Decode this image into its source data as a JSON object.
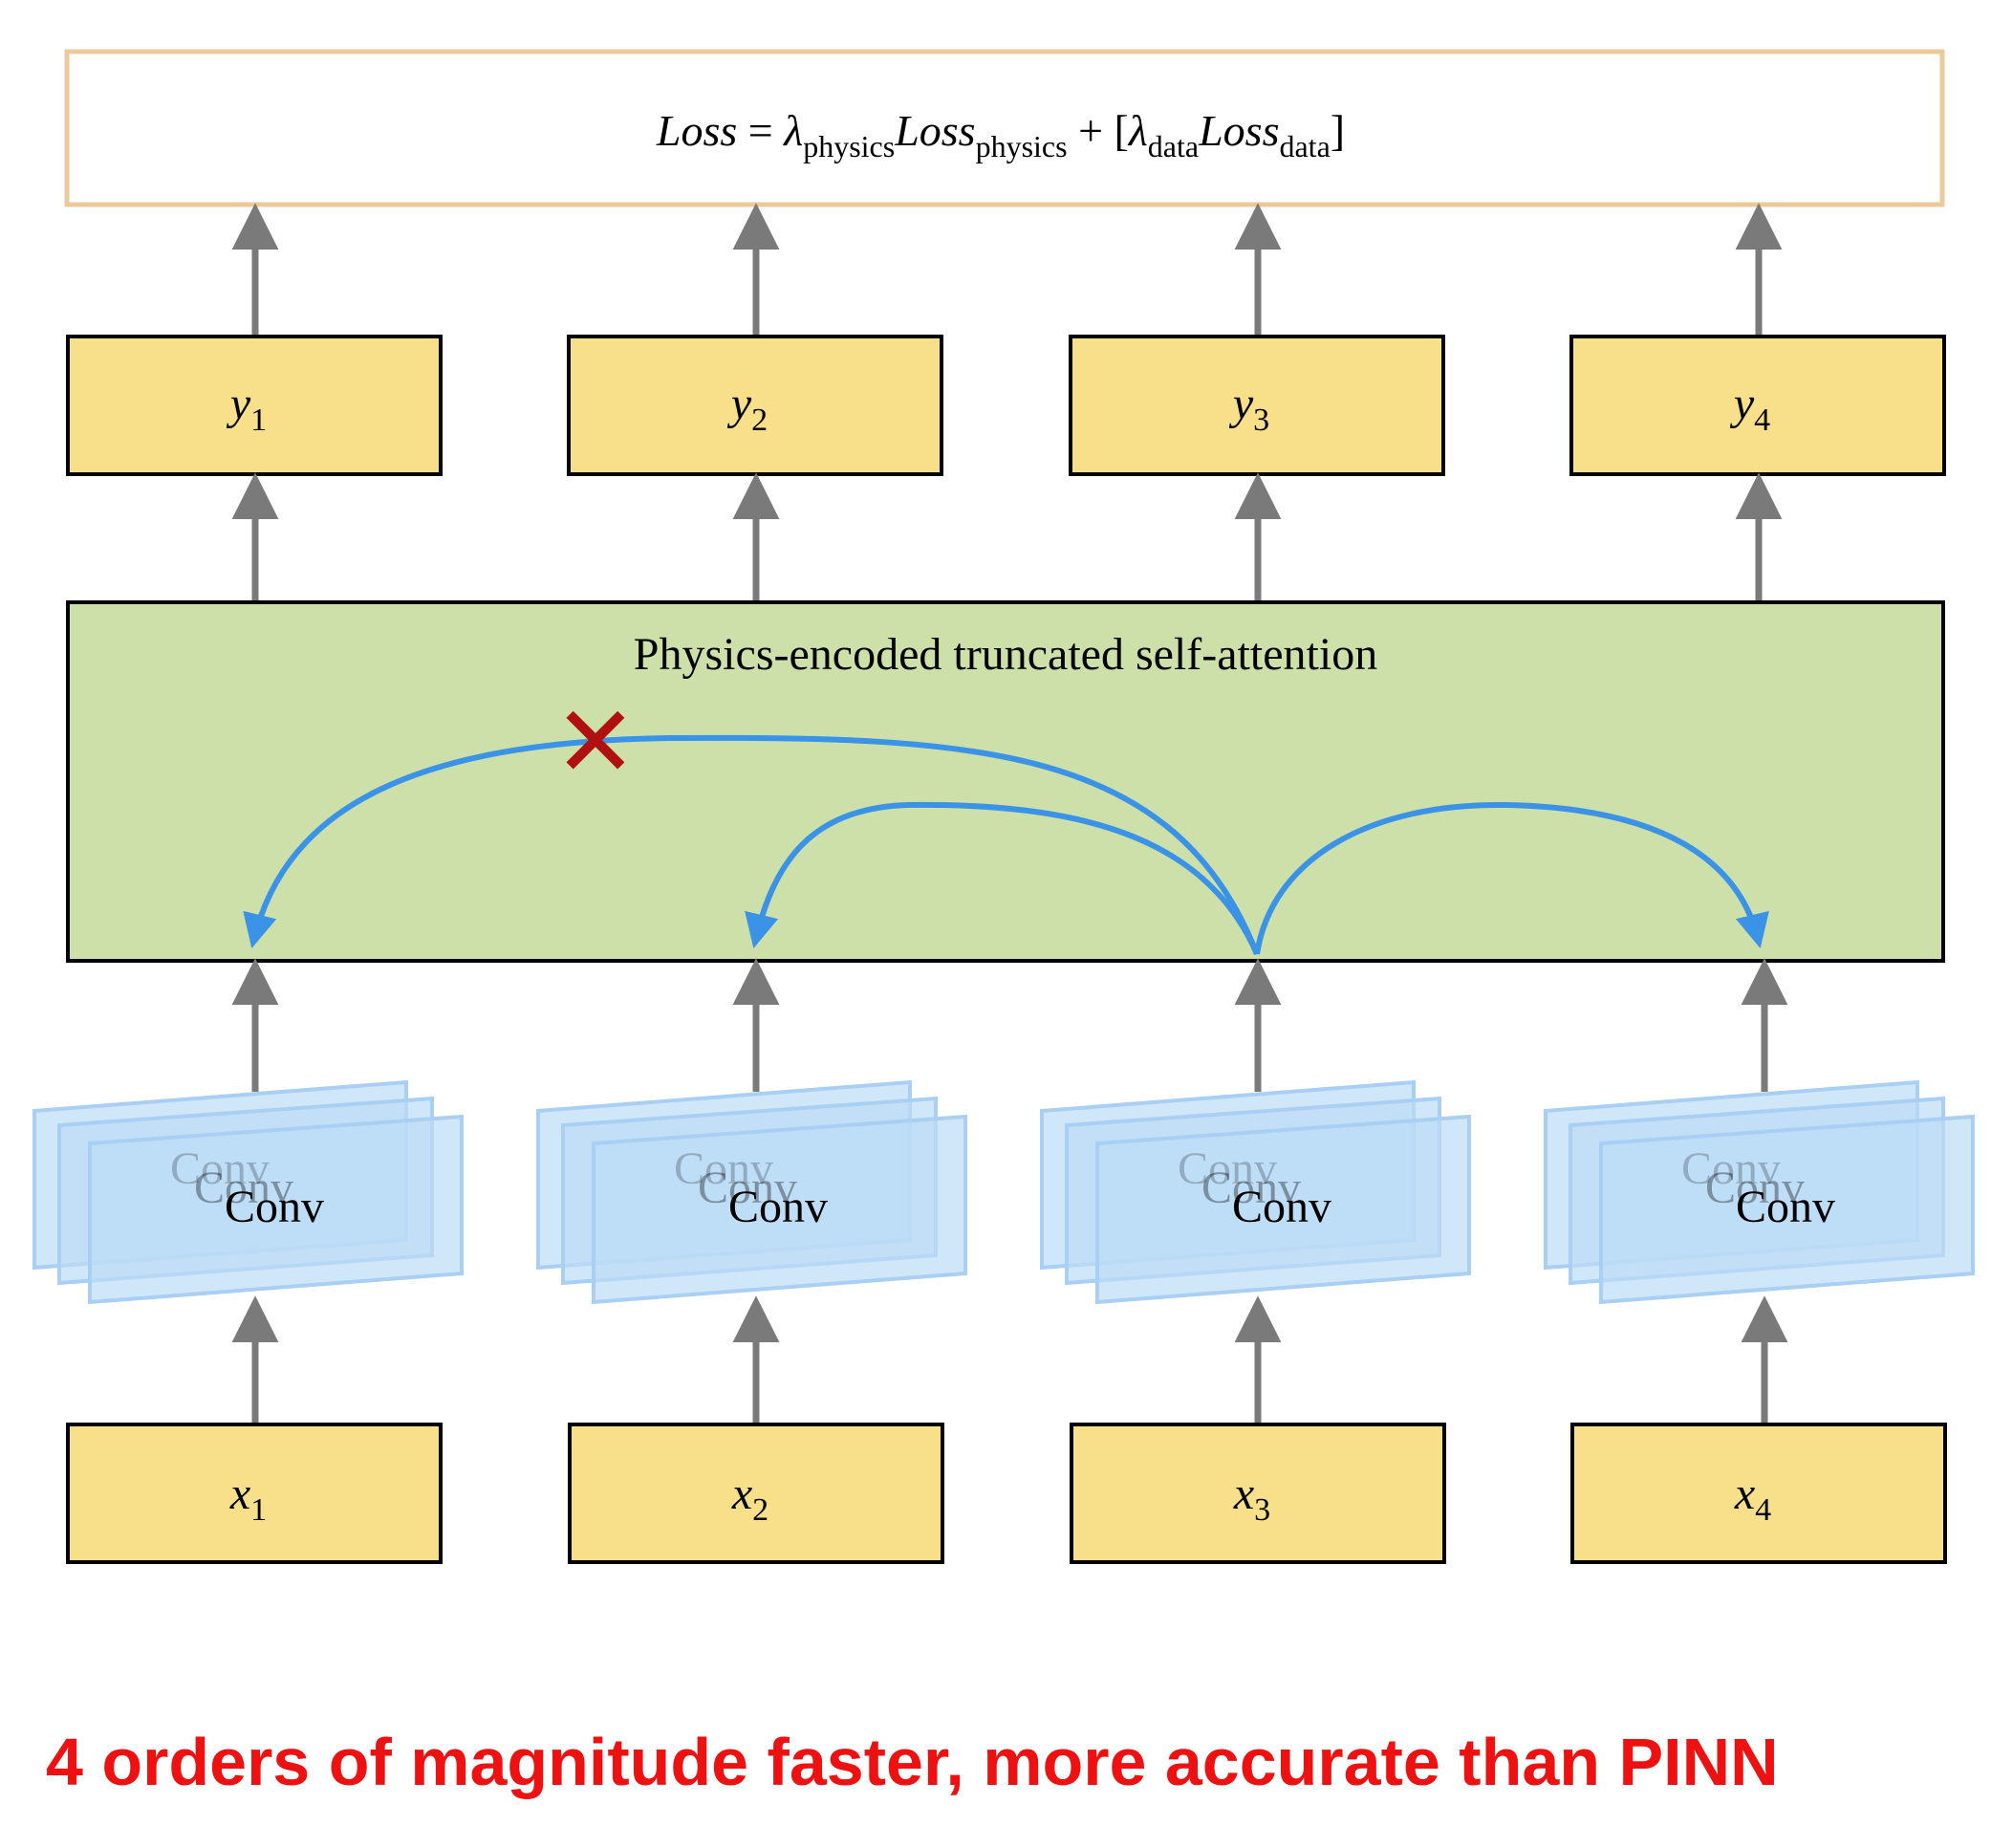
{
  "loss": {
    "lhs": "Loss",
    "eq": " = ",
    "lambda": "λ",
    "physics_sub": "physics",
    "loss_term": "Loss",
    "plus": " + [",
    "data_sub": "data",
    "close": "]"
  },
  "outputs": [
    {
      "base": "y",
      "sub": "1"
    },
    {
      "base": "y",
      "sub": "2"
    },
    {
      "base": "y",
      "sub": "3"
    },
    {
      "base": "y",
      "sub": "4"
    }
  ],
  "inputs": [
    {
      "base": "x",
      "sub": "1"
    },
    {
      "base": "x",
      "sub": "2"
    },
    {
      "base": "x",
      "sub": "3"
    },
    {
      "base": "x",
      "sub": "4"
    }
  ],
  "attention": {
    "title": "Physics-encoded truncated self-attention",
    "blocked_mark": "✕"
  },
  "conv_label": "Conv",
  "caption": "4 orders of magnitude faster, more accurate than PINN",
  "colors": {
    "node_fill": "#f8e08a",
    "attention_fill": "#cde0aa",
    "loss_border": "#ecc99a",
    "arrow_gray": "#7a7a7a",
    "attention_arrow": "#3a93e6",
    "blocked_mark": "#b01010",
    "caption": "#ee1111",
    "conv_fill": "#bcdcf7"
  }
}
